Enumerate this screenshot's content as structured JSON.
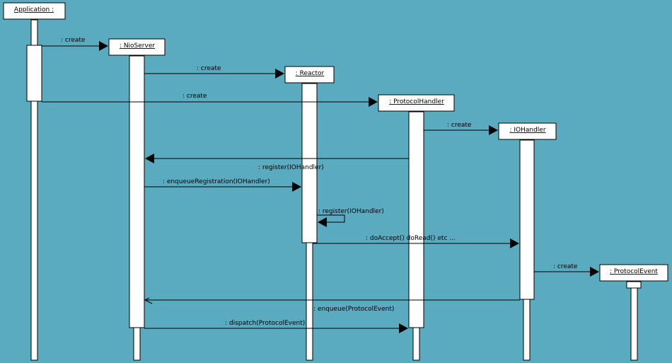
{
  "diagram": {
    "lifelines": [
      {
        "id": "app",
        "label": "Application :"
      },
      {
        "id": "nio",
        "label": ": NioServer"
      },
      {
        "id": "reactor",
        "label": ": Reactor"
      },
      {
        "id": "ph",
        "label": ": ProtocolHandler"
      },
      {
        "id": "ioh",
        "label": ": IOHandler"
      },
      {
        "id": "pe",
        "label": ": ProtocolEvent"
      }
    ],
    "messages": [
      {
        "id": "m1",
        "label": ": create"
      },
      {
        "id": "m2",
        "label": ": create"
      },
      {
        "id": "m3",
        "label": ": create"
      },
      {
        "id": "m4",
        "label": ": create"
      },
      {
        "id": "m5",
        "label": ": register(IOHandler)"
      },
      {
        "id": "m6",
        "label": ": enqueueRegistration(IOHandler)"
      },
      {
        "id": "m7",
        "label": ": register(IOHandler)"
      },
      {
        "id": "m8",
        "label": ": doAccept()  doRead()  etc ..."
      },
      {
        "id": "m9",
        "label": ": create"
      },
      {
        "id": "m10",
        "label": ": enqueue(ProtocolEvent)"
      },
      {
        "id": "m11",
        "label": ": dispatch(ProtocolEvent)"
      }
    ]
  }
}
